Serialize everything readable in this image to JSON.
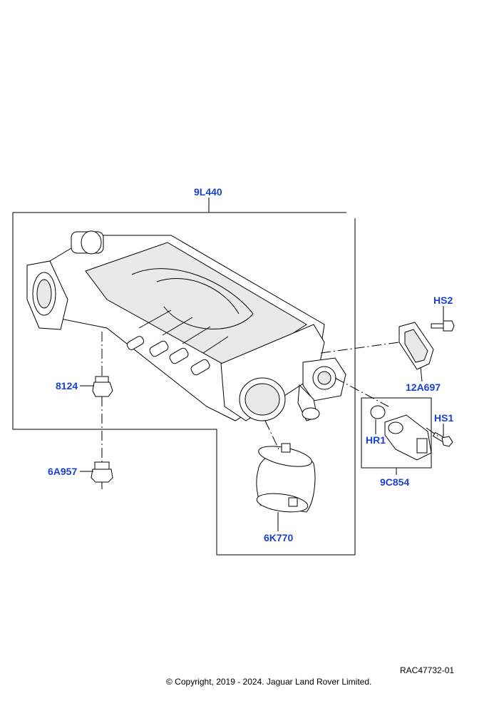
{
  "labels": {
    "p9L440": "9L440",
    "pHS2": "HS2",
    "p8124": "8124",
    "p12A697": "12A697",
    "pHS1": "HS1",
    "pHR1": "HR1",
    "p6A957": "6A957",
    "p9C854": "9C854",
    "p6K770": "6K770"
  },
  "footer": {
    "ref": "RAC47732-01",
    "copyright": "© Copyright, 2019 - 2024. Jaguar Land Rover Limited."
  },
  "colors": {
    "callout": "#1a3fd6",
    "line": "#000000"
  }
}
